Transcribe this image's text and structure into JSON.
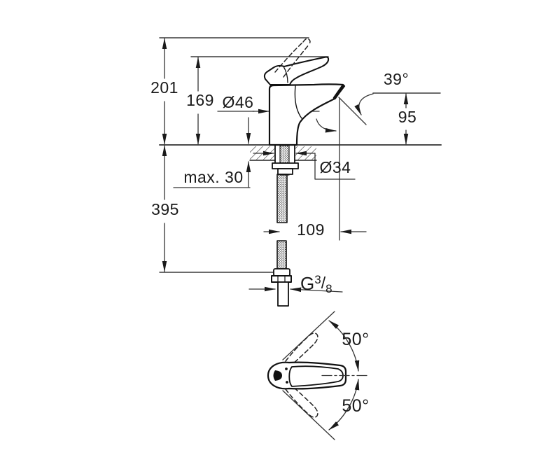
{
  "meta": {
    "background": "#ffffff",
    "line_color": "#1a1a1a",
    "dim_line_color": "#333333"
  },
  "dimensions": {
    "total_height": "201",
    "handle_height": "169",
    "body_diameter": "Ø46",
    "spray_angle": "39°",
    "spout_height": "95",
    "deck_max_thickness": "max. 30",
    "mounting_hole_diameter": "Ø34",
    "hose_drop_length": "395",
    "spout_reach": "109",
    "thread": {
      "g": "G",
      "numerator": "3",
      "slash": "/",
      "denominator": "8"
    },
    "swivel_upper": "50°",
    "swivel_lower": "50°"
  }
}
